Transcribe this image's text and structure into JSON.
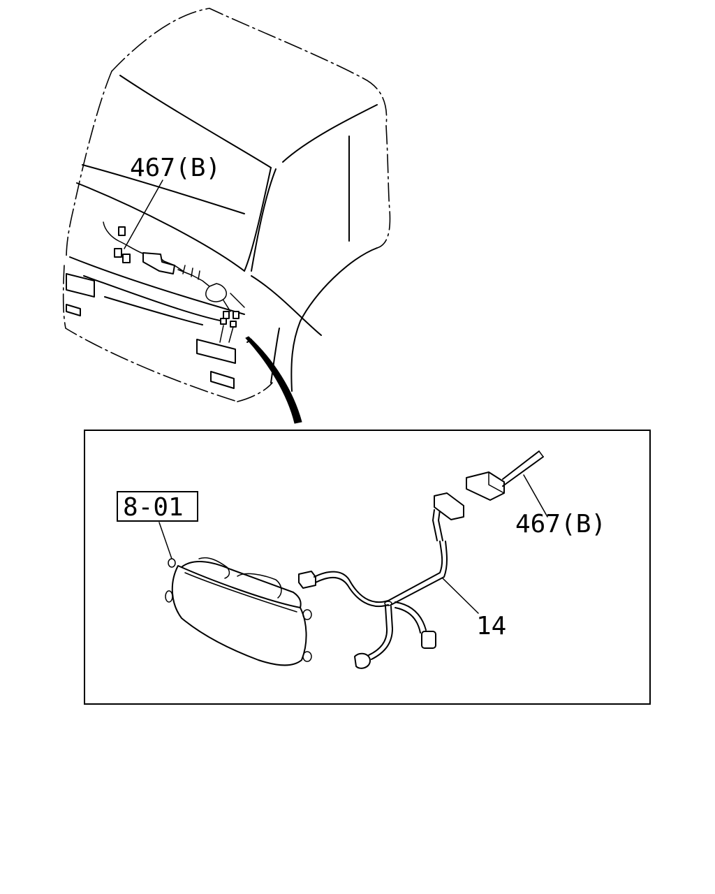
{
  "labels": {
    "callout_467b_cab": "467(B)",
    "callout_801": "8-01",
    "callout_467b_detail": "467(B)",
    "callout_14": "14"
  }
}
